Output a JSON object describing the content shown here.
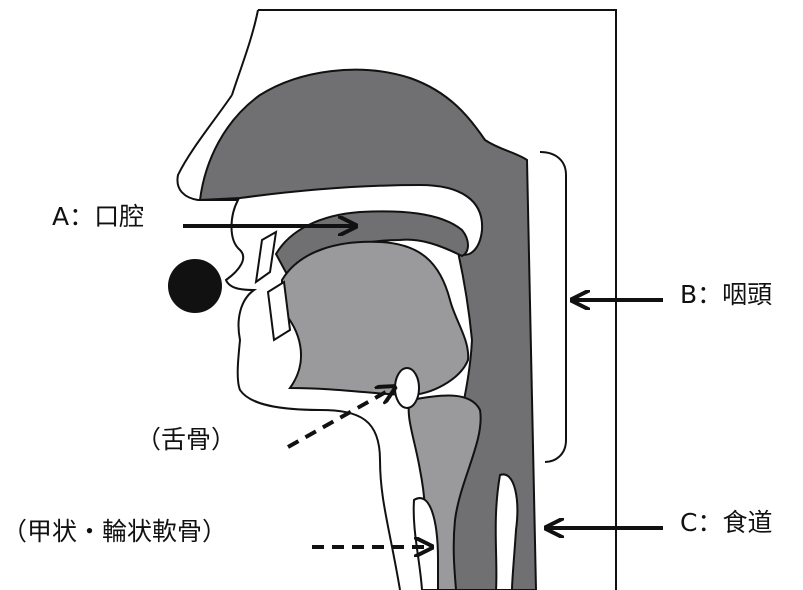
{
  "diagram": {
    "labels": {
      "a": "A：口腔",
      "b": "B：咽頭",
      "c": "C：食道",
      "hyoid": "（舌骨）",
      "cartilage": "（甲状・輪状軟骨）"
    },
    "colors": {
      "dark_region": "#707072",
      "light_region": "#9a9a9c",
      "outline": "#111111",
      "background": "#ffffff"
    }
  }
}
